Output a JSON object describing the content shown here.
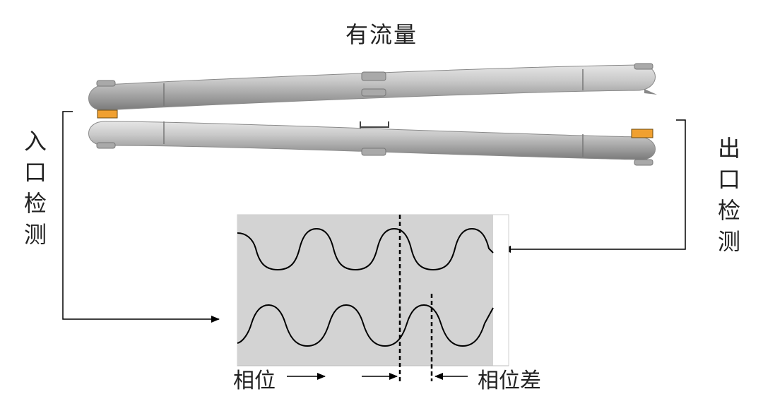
{
  "title": "有流量",
  "inlet_label": [
    "入",
    "口",
    "检",
    "测"
  ],
  "outlet_label": [
    "出",
    "口",
    "检",
    "测"
  ],
  "phase_label": "相位",
  "phase_diff_label": "相位差",
  "colors": {
    "tube": "#b8b8b8",
    "sensor": "#f0a030",
    "waveform_bg": "#d3d3d3",
    "line": "#000000"
  }
}
